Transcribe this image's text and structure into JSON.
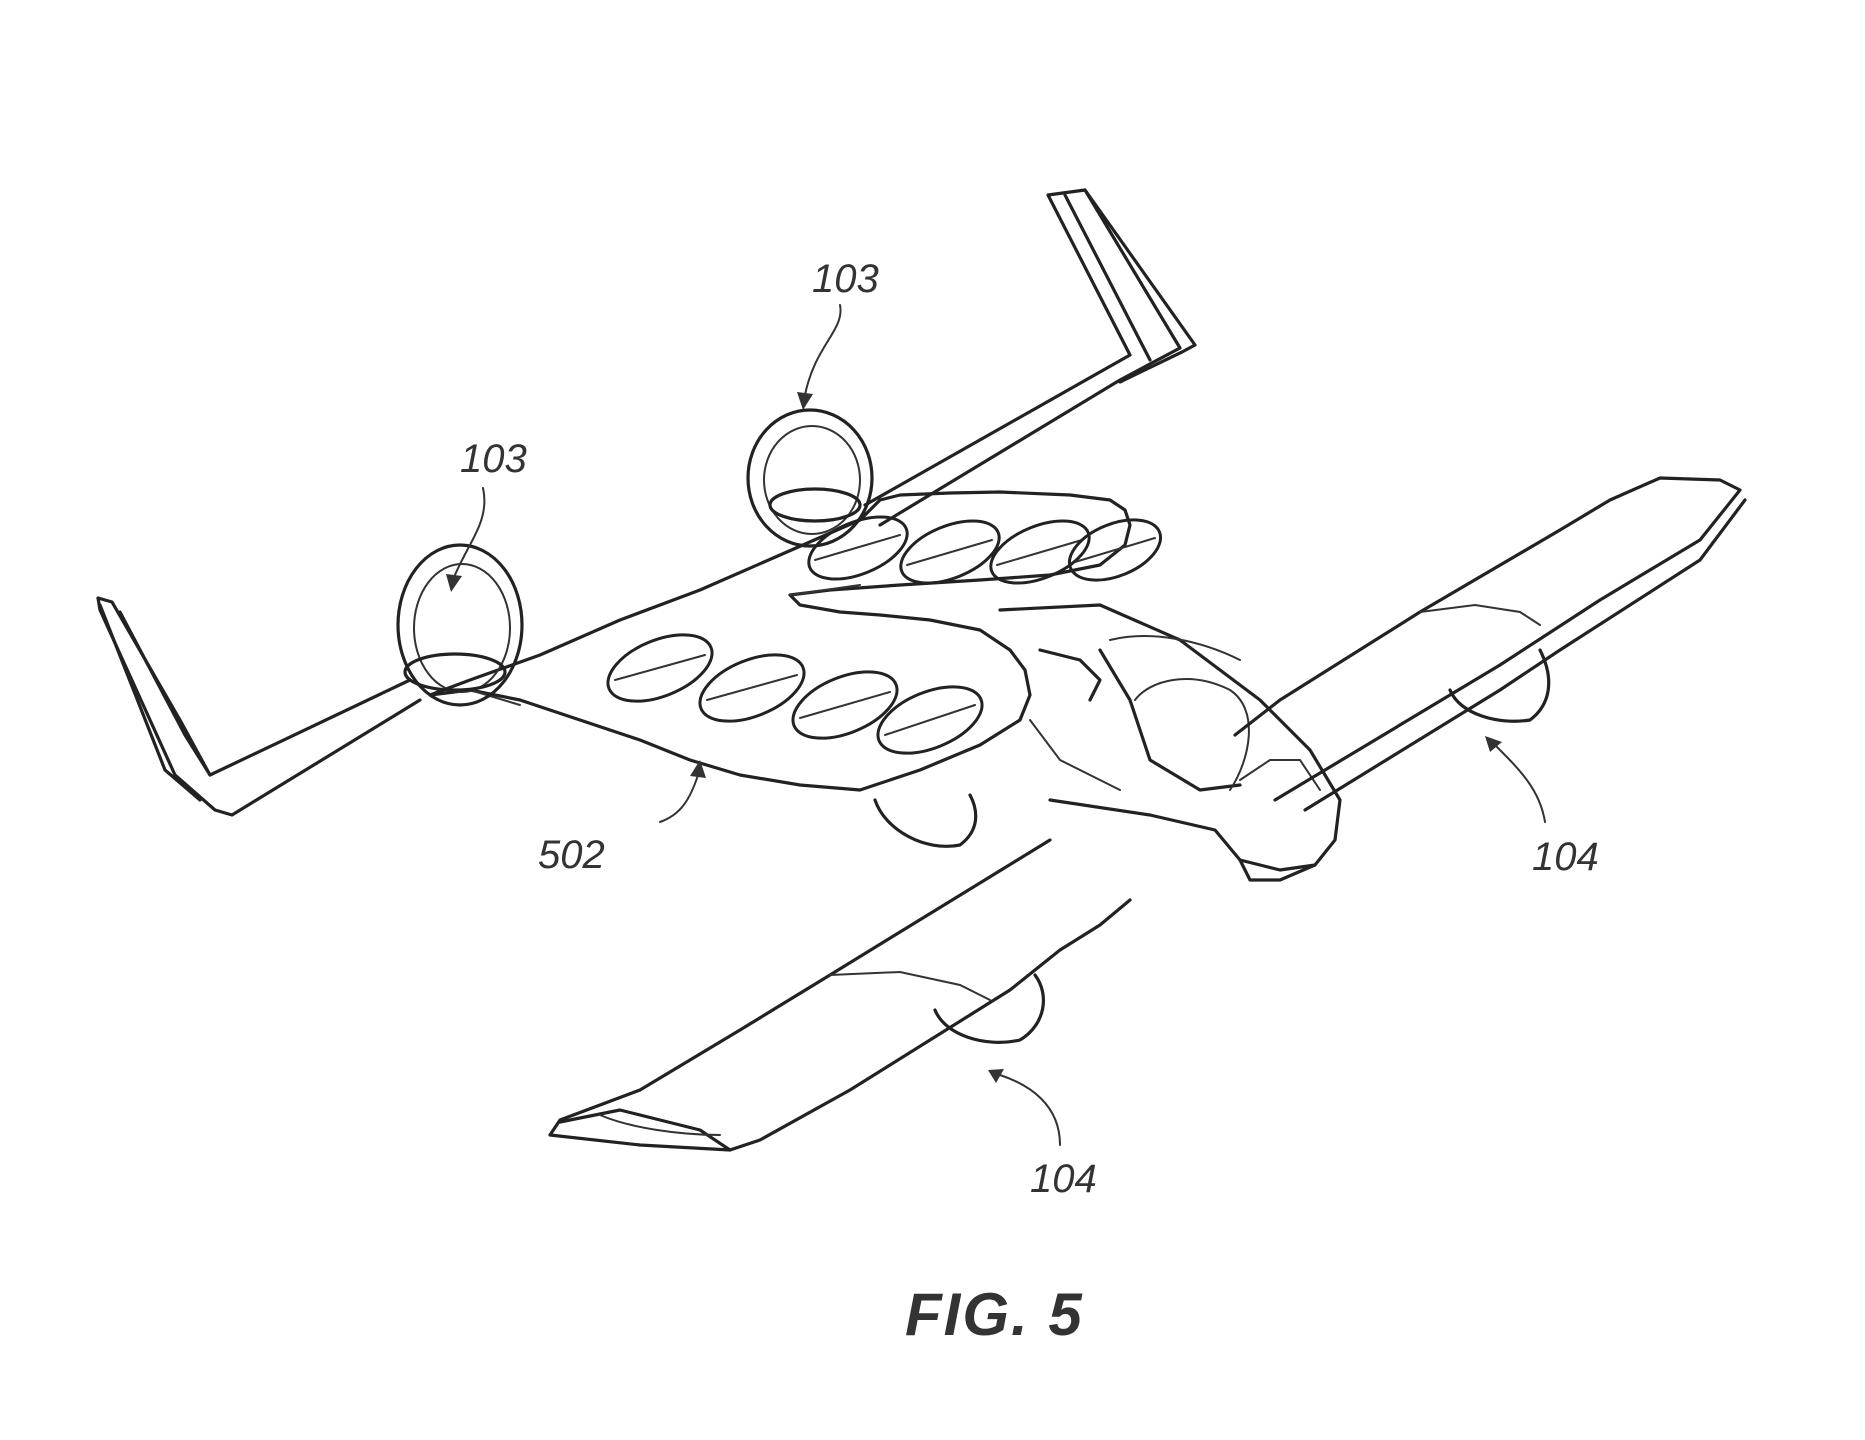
{
  "figure": {
    "caption": "FIG. 5"
  },
  "labels": {
    "rotor_left": "103",
    "rotor_right": "103",
    "fan_wing": "502",
    "prop_rear_right": "104",
    "prop_rear_bottom": "104"
  },
  "colors": {
    "ink": "#222222",
    "background": "#ffffff"
  }
}
